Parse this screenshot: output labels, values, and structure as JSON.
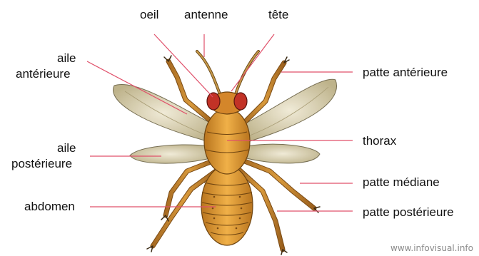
{
  "labels": {
    "oeil": "oeil",
    "antenne": "antenne",
    "tete": "tête",
    "aile_anterieure_1": "aile",
    "aile_anterieure_2": "antérieure",
    "aile_posterieure_1": "aile",
    "aile_posterieure_2": "postérieure",
    "abdomen": "abdomen",
    "patte_anterieure": "patte antérieure",
    "thorax": "thorax",
    "patte_mediane": "patte médiane",
    "patte_posterieure": "patte postérieure"
  },
  "watermark": "www.infovisual.info",
  "colors": {
    "leader_line": "#e0506a",
    "wing_fill": "#c9bf9a",
    "body_fill": "#d9902c",
    "leg_fill": "#b8742a",
    "eye_fill": "#c23226",
    "outline": "#3a2a14"
  }
}
